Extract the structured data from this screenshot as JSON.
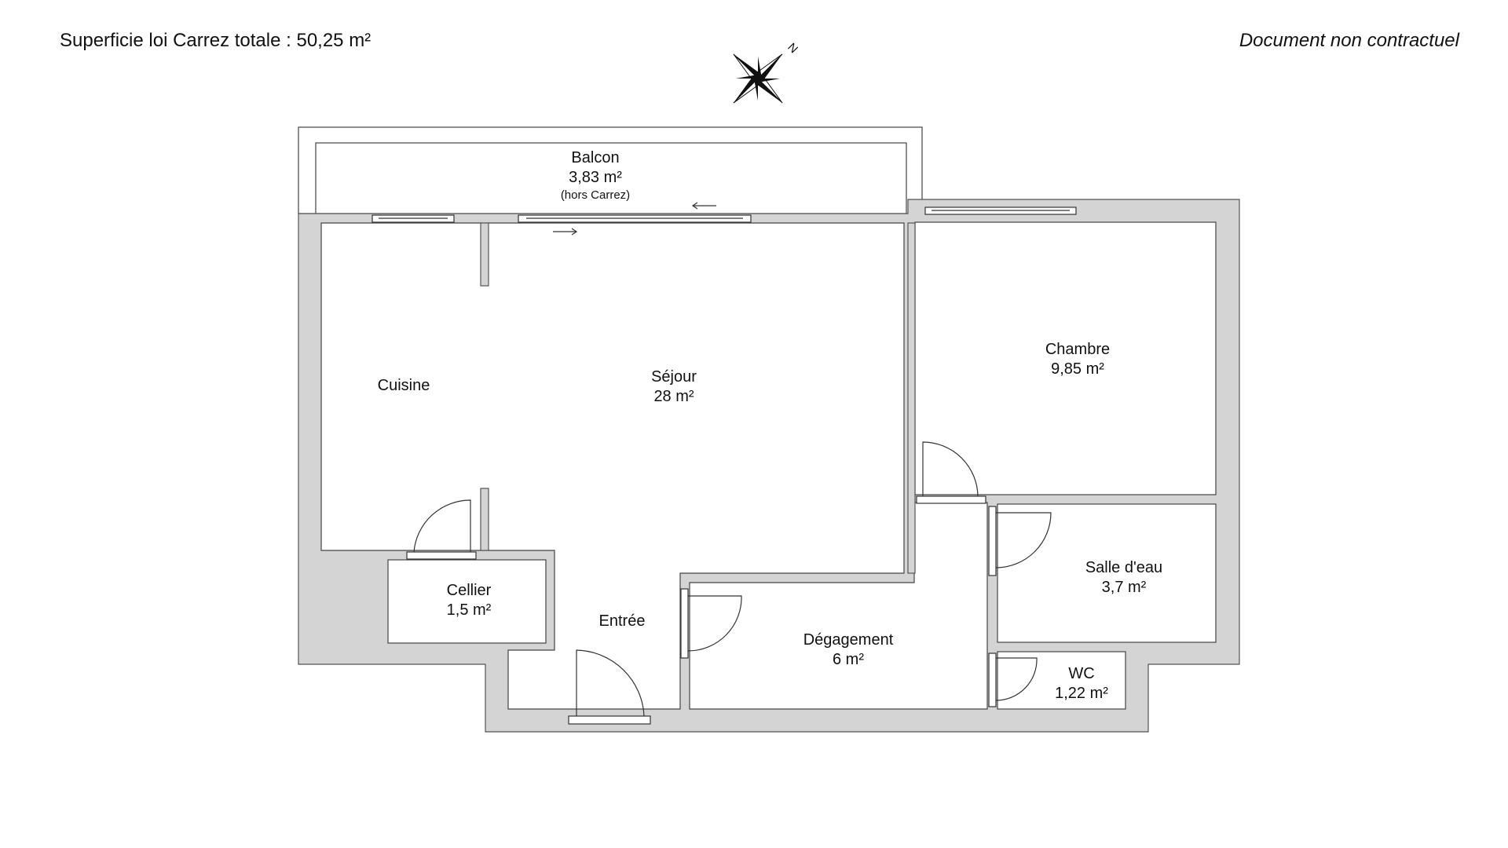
{
  "header": {
    "surface_total": "Superficie loi Carrez totale :  50,25 m²",
    "disclaimer": "Document non contractuel"
  },
  "compass": {
    "north_label": "N",
    "icon": "compass-rose-icon"
  },
  "rooms": {
    "balcon": {
      "name": "Balcon",
      "area": "3,83 m²",
      "note": "(hors Carrez)"
    },
    "cuisine": {
      "name": "Cuisine"
    },
    "sejour": {
      "name": "Séjour",
      "area": "28 m²"
    },
    "chambre": {
      "name": "Chambre",
      "area": "9,85 m²"
    },
    "salle_eau": {
      "name": "Salle d'eau",
      "area": "3,7 m²"
    },
    "cellier": {
      "name": "Cellier",
      "area": "1,5 m²"
    },
    "entree": {
      "name": "Entrée"
    },
    "degagement": {
      "name": "Dégagement",
      "area": "6 m²"
    },
    "wc": {
      "name": "WC",
      "area": "1,22 m²"
    }
  },
  "colors": {
    "wall": "#d4d4d4",
    "outline": "#444444",
    "background": "#ffffff"
  }
}
